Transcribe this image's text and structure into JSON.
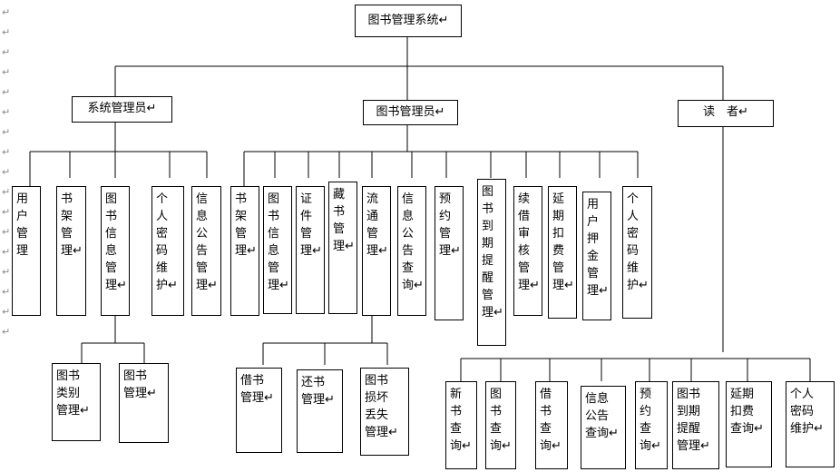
{
  "colors": {
    "line": "#000000",
    "border": "#000000",
    "background": "#ffffff",
    "mark": "#8a8a8a"
  },
  "paragraph_mark": "↵",
  "root": "图书管理系统↵",
  "roles": {
    "sysadmin": "系统管理员↵",
    "librarian": "图书管理员↵",
    "reader": "读　者↵"
  },
  "sysadmin_modules": {
    "user_mgmt": "用\n户\n管\n理",
    "shelf_mgmt": "书\n架\n管\n理↵",
    "book_info_mgmt": "图\n书\n信\n息\n管\n理↵",
    "password": "个\n人\n密\n码\n维\n护↵",
    "notice_mgmt": "信\n息\n公\n告\n管\n理↵"
  },
  "book_info_sub": {
    "category": "图书\n类别\n管理↵",
    "book": "图书\n管理↵"
  },
  "librarian_modules": {
    "shelf_mgmt": "书\n架\n管\n理↵",
    "book_info_mgmt": "图\n书\n信\n息\n管\n理↵",
    "card_mgmt": "证\n件\n管\n理↵",
    "collection_mgmt": "藏\n书\n管\n理↵",
    "circulation_mgmt": "流\n通\n管\n理↵",
    "notice_query": "信\n息\n公\n告\n查\n询↵",
    "reservation_mgmt": "预\n约\n管\n理↵",
    "due_reminder_mgmt": "图\n书\n到\n期\n提\n醒\n管\n理↵",
    "renew_review": "续\n借\n审\n核\n管\n理↵",
    "overdue_fee_mgmt": "延\n期\n扣\n费\n管\n理↵",
    "deposit_mgmt": "用\n户\n押\n金\n管\n理↵",
    "password": "个\n人\n密\n码\n维\n护↵"
  },
  "circulation_sub": {
    "borrow": "借书\n管理↵",
    "return": "还书\n管理↵",
    "damage_loss": "图书\n损坏\n丢失\n管理↵"
  },
  "reader_modules": {
    "new_book_query": "新\n书\n查\n询↵",
    "book_query": "图\n书\n查\n询↵",
    "borrow_query": "借\n书\n查\n询↵",
    "notice_query": "信息\n公告\n查询↵",
    "reservation_query": "预\n约\n查\n询↵",
    "due_reminder_mgmt": "图书\n到期\n提醒\n管理↵",
    "overdue_fee_query": "延期\n扣费\n查询↵",
    "password": "个人\n密码\n维护↵"
  }
}
